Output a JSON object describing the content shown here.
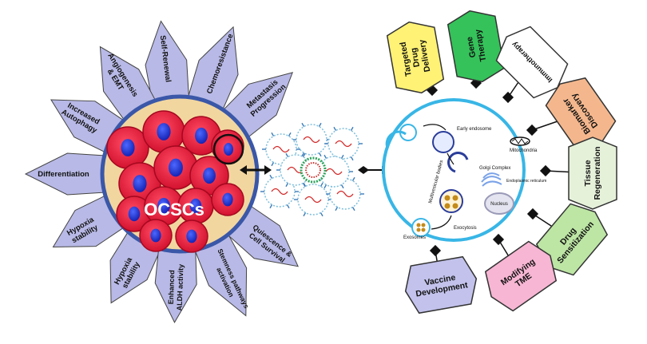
{
  "colors": {
    "petal": "#b8b9e6",
    "cell": "#e3173e",
    "cell_dark": "#a4081f",
    "nucleus": "#1b2fd8",
    "cluster_ring": "#3a57a8",
    "cluster_fill": "#f2d6a0",
    "endosome_ring": "#38b6e6",
    "arrow": "#111111"
  },
  "left": {
    "center_label": "OCSCs",
    "petals": [
      {
        "lines": [
          "Self-Renewal"
        ]
      },
      {
        "lines": [
          "Chemoresistance"
        ]
      },
      {
        "lines": [
          "Metastasis",
          "Progression"
        ]
      },
      {
        "lines": [
          "Angiogenesis",
          "& EMT"
        ]
      },
      {
        "lines": [
          "Increased",
          "Autophagy"
        ]
      },
      {
        "lines": [
          "Differentiation"
        ]
      },
      {
        "lines": [
          "Hypoxia",
          "stability"
        ]
      },
      {
        "lines": [
          "Hypoxia",
          "stability"
        ]
      },
      {
        "lines": [
          "Enhanced",
          "ALDH activity"
        ]
      },
      {
        "lines": [
          "Stemness pathways",
          "activation"
        ]
      },
      {
        "lines": [
          "Quiescence &",
          "Cell Survival"
        ]
      }
    ]
  },
  "right": {
    "cell_labels": {
      "early_endosome": "Early endosome",
      "mitochondria": "Mitochondria",
      "golgi": "Golgi Complex",
      "er": "Endoplasmic reticulum",
      "multivesicular": "Multivesicular bodies",
      "nucleus": "Nucleus",
      "exocytosis": "Exocytosis",
      "exosomes": "Exosomes"
    },
    "applications": [
      {
        "lines": [
          "Targeted",
          "Drug",
          "Delivery"
        ],
        "color": "#fff275"
      },
      {
        "lines": [
          "Gene",
          "Therapy"
        ],
        "color": "#35c25a"
      },
      {
        "lines": [
          "Immunotherapy"
        ],
        "color": "#ffffff"
      },
      {
        "lines": [
          "Biomarker",
          "Discovery"
        ],
        "color": "#f4b78d"
      },
      {
        "lines": [
          "Tissue",
          "Regeneration"
        ],
        "color": "#e6f1da"
      },
      {
        "lines": [
          "Drug",
          "Sensitization"
        ],
        "color": "#bde5a4"
      },
      {
        "lines": [
          "Modifying",
          "TME"
        ],
        "color": "#f7b6d3"
      },
      {
        "lines": [
          "Vaccine",
          "Development"
        ],
        "color": "#c2c2ec"
      }
    ]
  }
}
